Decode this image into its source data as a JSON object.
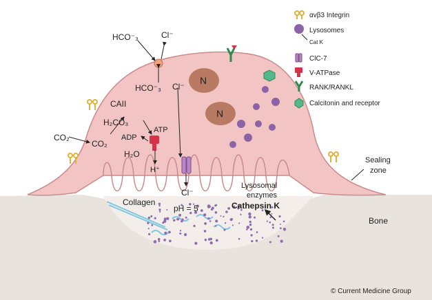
{
  "colors": {
    "cell_fill": "#f2c4c4",
    "cell_stroke": "#c98b8b",
    "bone_fill": "#e9e3de",
    "nucleus": "#b87a62",
    "lysosome": "#8b63a6",
    "integrin": "#e0b23a",
    "clc7": "#b985c4",
    "vatpase": "#d6334a",
    "rank": "#2f8a4a",
    "calcitonin": "#53b98c",
    "collagen": "#7fc6e0",
    "dots": "#8f6bb0"
  },
  "legend": [
    {
      "icon": "integrin-icon",
      "label": "αvβ3 Integrin"
    },
    {
      "icon": "lysosome-icon",
      "label": "Lysosomes"
    },
    {
      "icon": "none",
      "label": "Cat K"
    },
    {
      "icon": "clc7-icon",
      "label": "ClC-7"
    },
    {
      "icon": "vatpase-icon",
      "label": "V-ATPase"
    },
    {
      "icon": "rank-icon",
      "label": "RANK/RANKL"
    },
    {
      "icon": "calcitonin-icon",
      "label": "Calcitonin and receptor"
    }
  ],
  "labels": {
    "hco3_out": "HCO⁻₃",
    "cl_out": "Cl⁻",
    "hco3_in": "HCO⁻₃",
    "cl_in": "Cl⁻",
    "caii": "CAII",
    "h2co3": "H₂CO₃",
    "co2_out": "CO₂",
    "co2_in": "CO₂",
    "adp": "ADP",
    "atp": "ATP",
    "h2o": "H₂O",
    "h_plus": "H⁺",
    "cl_low": "Cl⁻",
    "nucleus1": "N",
    "nucleus2": "N",
    "collagen": "Collagen",
    "ph": "pH = 5",
    "lyso1": "Lysosomal",
    "lyso2": "enzymes",
    "cathepsin": "Cathepsin K",
    "sealing1": "Sealing",
    "sealing2": "zone",
    "bone": "Bone",
    "copyright": "© Current Medicine Group"
  }
}
